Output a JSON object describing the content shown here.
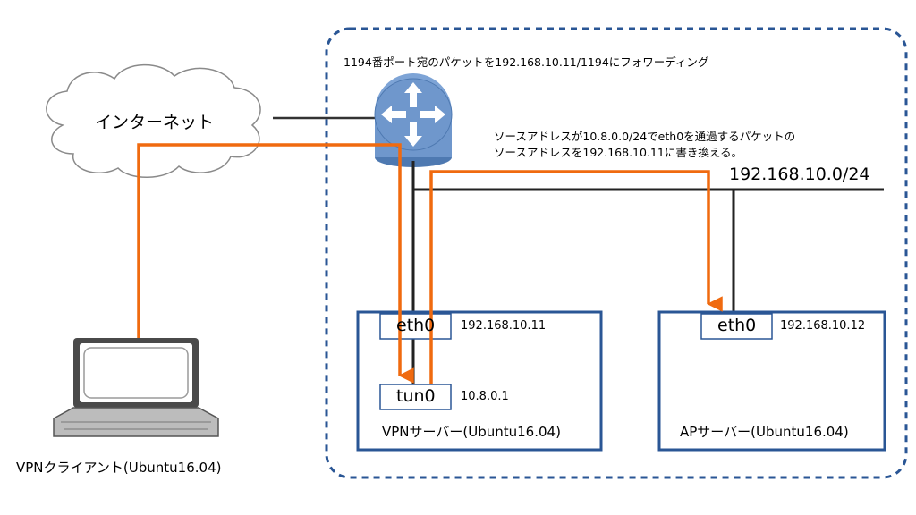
{
  "annotations": {
    "port_forward": "1194番ポート宛のパケットを192.168.10.11/1194にフォワーディング",
    "nat_line1": "ソースアドレスが10.8.0.0/24でeth0を通過するパケットの",
    "nat_line2": "ソースアドレスを192.168.10.11に書き換える。"
  },
  "internet": {
    "label": "インターネット"
  },
  "network": {
    "label": "192.168.10.0/24"
  },
  "vpn_server": {
    "title": "VPNサーバー(Ubuntu16.04)",
    "eth0": {
      "name": "eth0",
      "ip": "192.168.10.11"
    },
    "tun0": {
      "name": "tun0",
      "ip": "10.8.0.1"
    }
  },
  "ap_server": {
    "title": "APサーバー(Ubuntu16.04)",
    "eth0": {
      "name": "eth0",
      "ip": "192.168.10.12"
    }
  },
  "client": {
    "label": "VPNクライアント(Ubuntu16.04)"
  },
  "colors": {
    "flow": "#f06a0f",
    "server_border": "#2a5695",
    "lan_border": "#2a5695",
    "router": "#6f97cc",
    "laptop": "#bcbcbc"
  }
}
